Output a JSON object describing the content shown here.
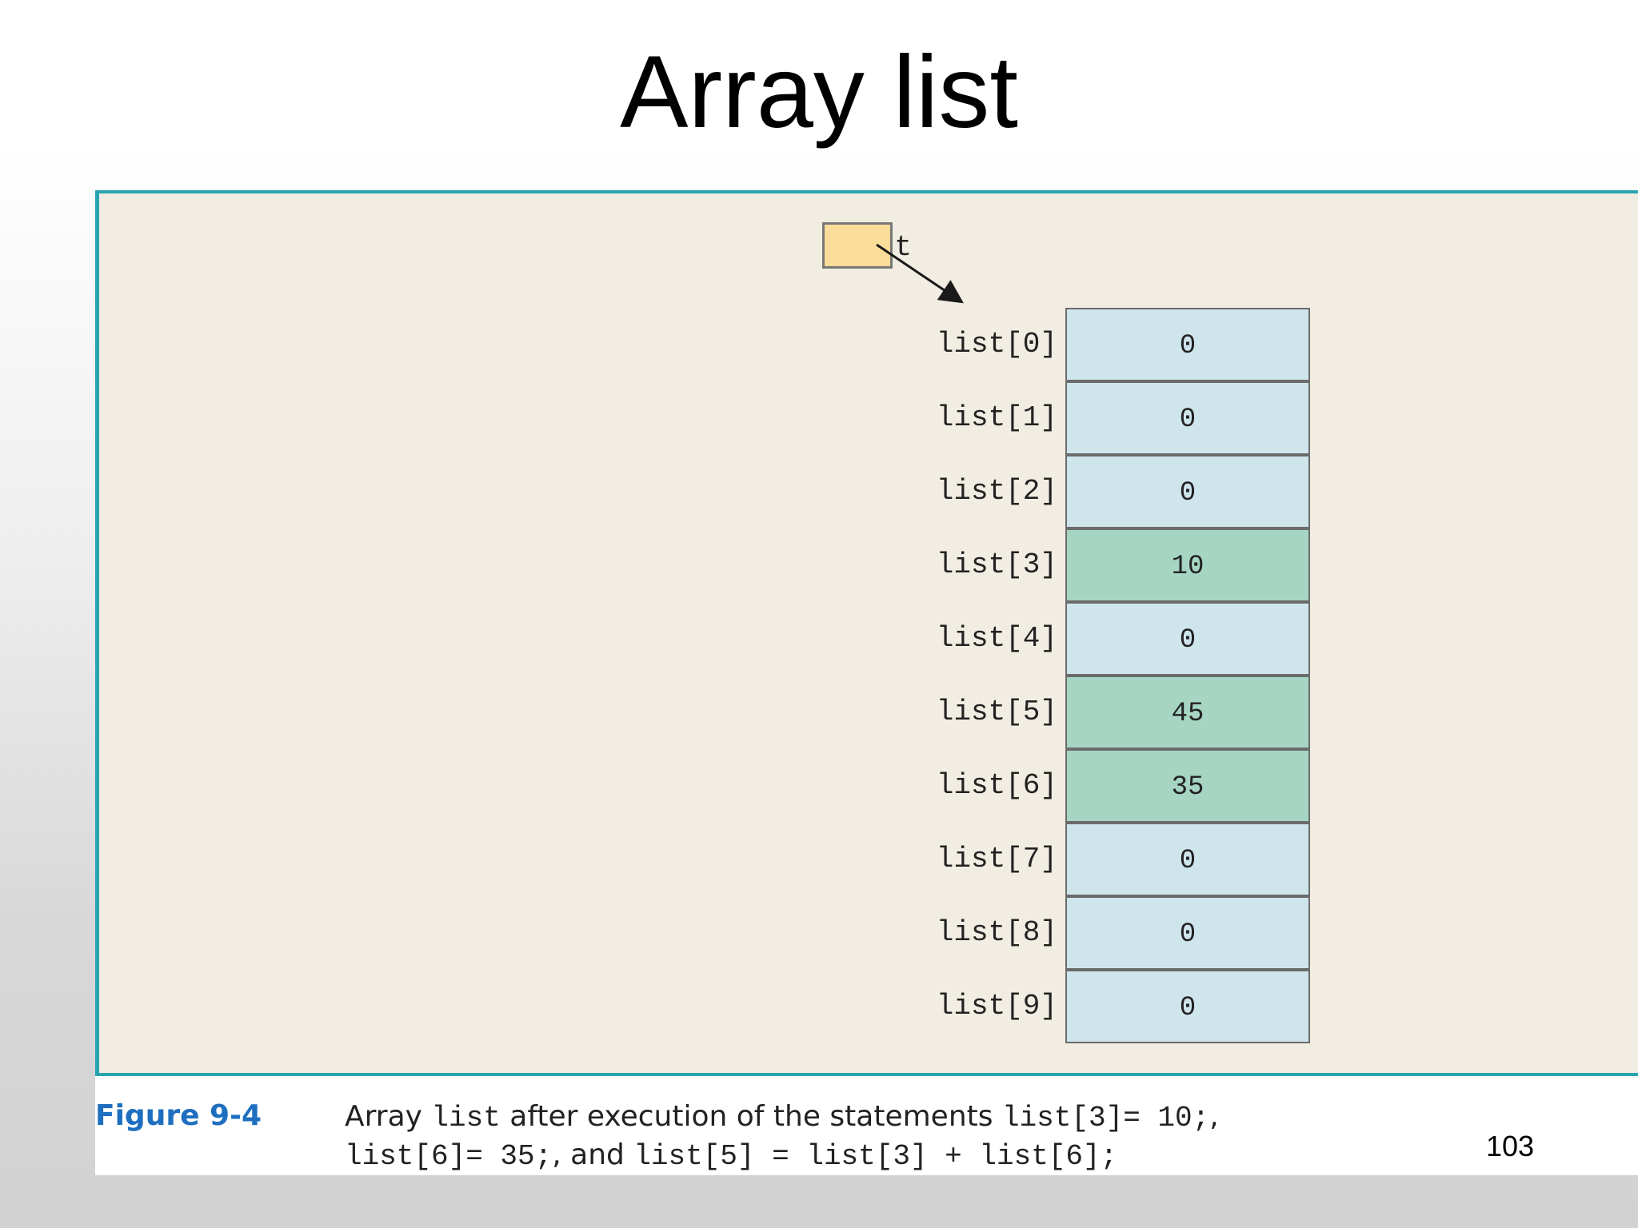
{
  "slide": {
    "title": "Array list",
    "page_number": "103"
  },
  "diagram": {
    "reference_label": "list",
    "cells": [
      {
        "label": "list[0]",
        "value": "0",
        "assigned": false
      },
      {
        "label": "list[1]",
        "value": "0",
        "assigned": false
      },
      {
        "label": "list[2]",
        "value": "0",
        "assigned": false
      },
      {
        "label": "list[3]",
        "value": "10",
        "assigned": true
      },
      {
        "label": "list[4]",
        "value": "0",
        "assigned": false
      },
      {
        "label": "list[5]",
        "value": "45",
        "assigned": true
      },
      {
        "label": "list[6]",
        "value": "35",
        "assigned": true
      },
      {
        "label": "list[7]",
        "value": "0",
        "assigned": false
      },
      {
        "label": "list[8]",
        "value": "0",
        "assigned": false
      },
      {
        "label": "list[9]",
        "value": "0",
        "assigned": false
      }
    ],
    "colors": {
      "panel_background": "#f1ede2",
      "panel_border": "#2aa3b0",
      "reference_fill": "#fbdc99",
      "cell_default": "#cfe5ec",
      "cell_assigned": "#a6d6c3",
      "figure_label": "#1e6fbf"
    }
  },
  "caption": {
    "figure_label": "Figure 9-4",
    "line1": {
      "part1": "Array ",
      "code1": "list",
      "part2": " after execution of the statements ",
      "code2": "list[3]= 10;",
      "part3": ","
    },
    "line2": {
      "code1": "list[6]= 35;",
      "part1": ", and ",
      "code2": "list[5] = list[3] + list[6];"
    }
  }
}
